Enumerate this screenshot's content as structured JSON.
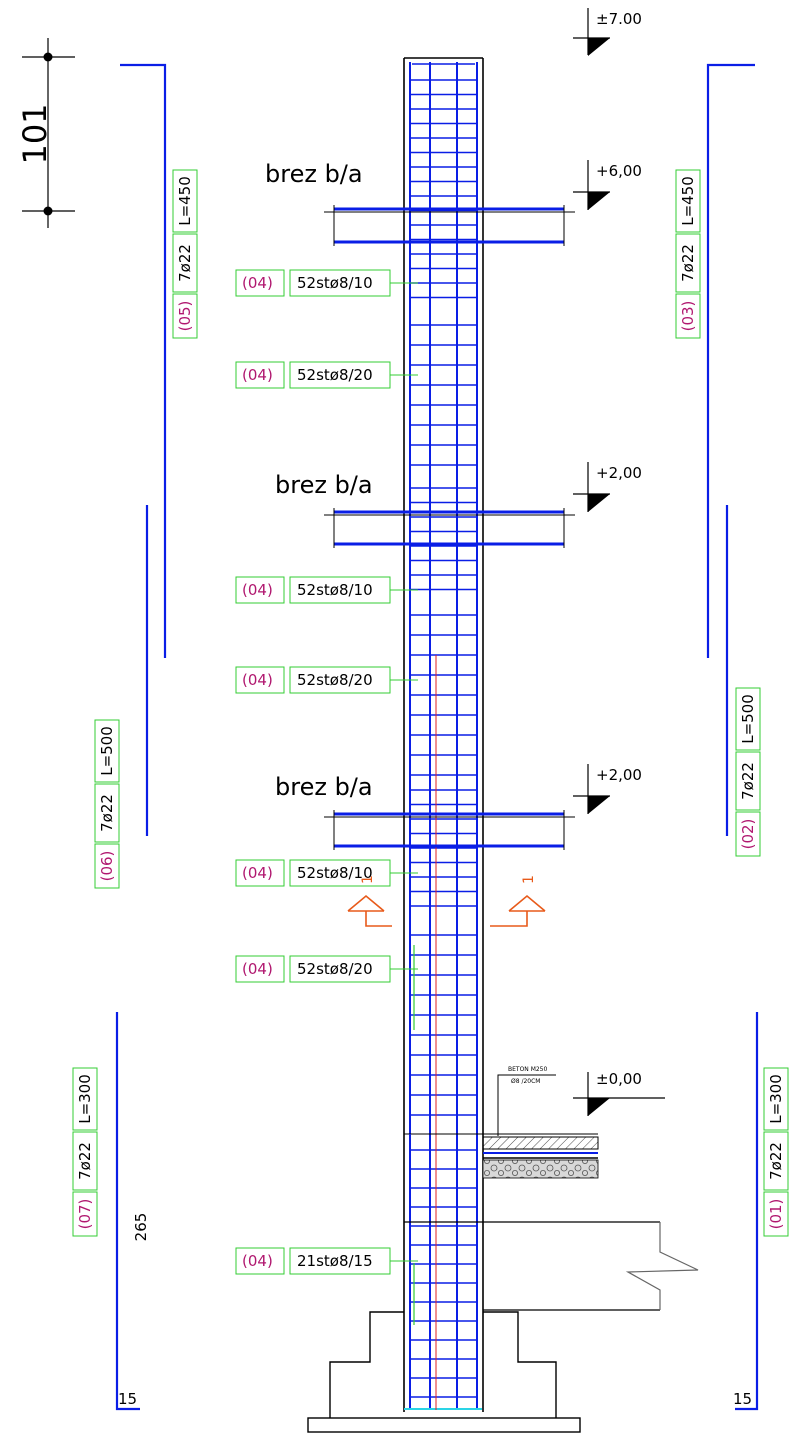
{
  "colors": {
    "rebar": "#0a1ee6",
    "stirrup": "#0a1ee6",
    "label_box": "#33cc33",
    "mark_text": "#b0176f",
    "section_marker": "#e85a1a",
    "red_line": "#e02020",
    "outline": "#000000"
  },
  "dimension": {
    "value": "101"
  },
  "elevations": [
    {
      "text": "±7.00"
    },
    {
      "text": "+6,00"
    },
    {
      "text": "+2,00"
    },
    {
      "text": "+2,00"
    },
    {
      "text": "±0,00"
    }
  ],
  "slab_notes": [
    "brez b/a",
    "brez b/a",
    "brez b/a"
  ],
  "stirrup_labels": [
    {
      "mark": "(04)",
      "spec": "52stø8/10"
    },
    {
      "mark": "(04)",
      "spec": "52stø8/20"
    },
    {
      "mark": "(04)",
      "spec": "52stø8/10"
    },
    {
      "mark": "(04)",
      "spec": "52stø8/20"
    },
    {
      "mark": "(04)",
      "spec": "52stø8/10"
    },
    {
      "mark": "(04)",
      "spec": "52stø8/20"
    },
    {
      "mark": "(04)",
      "spec": "21stø8/15"
    }
  ],
  "bar_labels": {
    "b05": {
      "mark": "(05)",
      "count": "7ø22",
      "length": "L=450"
    },
    "b06": {
      "mark": "(06)",
      "count": "7ø22",
      "length": "L=500"
    },
    "b07": {
      "mark": "(07)",
      "count": "7ø22",
      "length": "L=300"
    },
    "b03": {
      "mark": "(03)",
      "count": "7ø22",
      "length": "L=450"
    },
    "b02": {
      "mark": "(02)",
      "count": "7ø22",
      "length": "L=500"
    },
    "b01": {
      "mark": "(01)",
      "count": "7ø22",
      "length": "L=300"
    }
  },
  "hook_lengths": {
    "left": "15",
    "right": "15"
  },
  "anchor_length": "265",
  "section_marks": {
    "left": "1",
    "right": "1"
  },
  "floor_note": {
    "line1": "BETON M250",
    "line2": "Ø8 /20CM"
  }
}
